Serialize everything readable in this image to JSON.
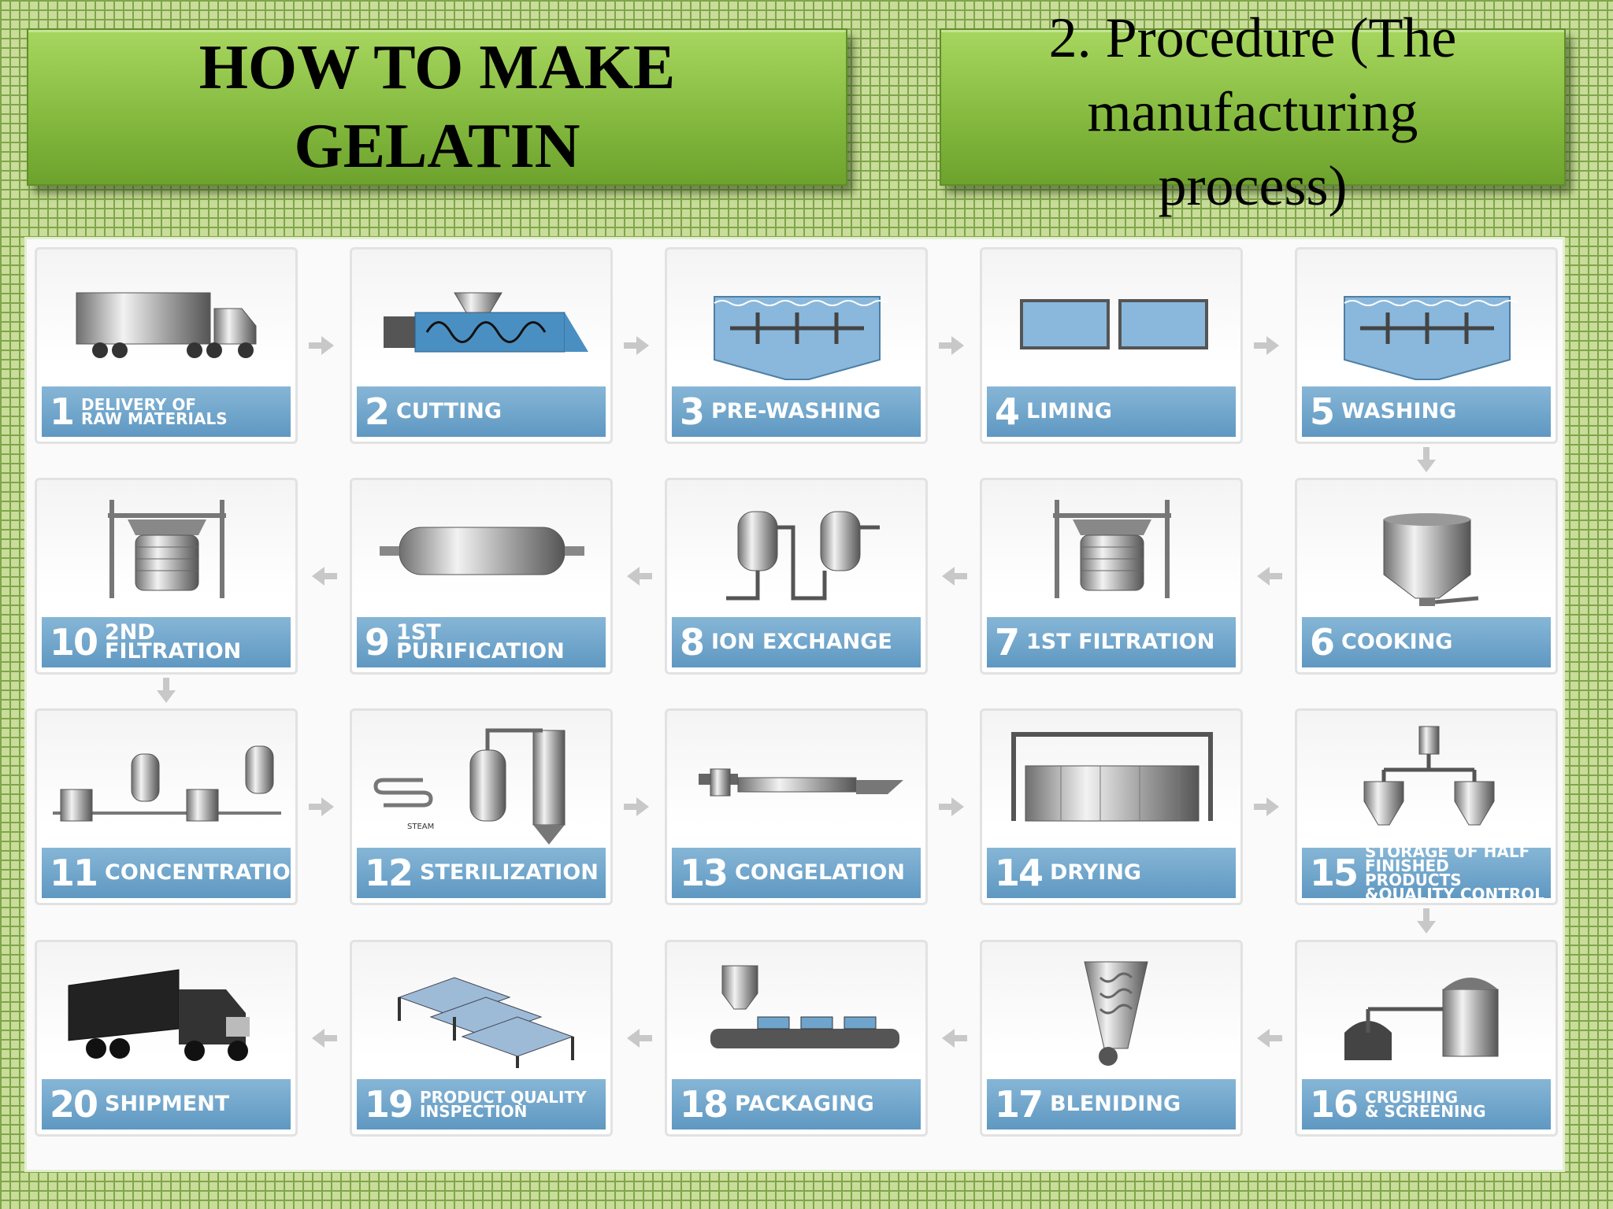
{
  "banner_left": {
    "title": "HOW TO MAKE\nGELATIN"
  },
  "banner_right": {
    "title": "2. Procedure (The\nmanufacturing\nprocess)"
  },
  "colors": {
    "label_blue": "#6fa5cc",
    "banner_green": "#8fc44b",
    "grid_green": "#7fa64a"
  },
  "steps": [
    {
      "num": "1",
      "label": "DELIVERY OF\nRAW MATERIALS",
      "icon": "truck-icon"
    },
    {
      "num": "2",
      "label": "CUTTING",
      "icon": "screw-cutter-icon"
    },
    {
      "num": "3",
      "label": "PRE-WASHING",
      "icon": "washing-tank-icon"
    },
    {
      "num": "4",
      "label": "LIMING",
      "icon": "lime-tanks-icon"
    },
    {
      "num": "5",
      "label": "WASHING",
      "icon": "washing-tank-icon"
    },
    {
      "num": "6",
      "label": "COOKING",
      "icon": "cooking-vessel-icon"
    },
    {
      "num": "7",
      "label": "1ST FILTRATION",
      "icon": "filter-press-icon"
    },
    {
      "num": "8",
      "label": "ION EXCHANGE",
      "icon": "ion-columns-icon"
    },
    {
      "num": "9",
      "label": "1ST PURIFICATION",
      "icon": "purifier-tube-icon"
    },
    {
      "num": "10",
      "label": "2ND FILTRATION",
      "icon": "filter-press-icon"
    },
    {
      "num": "11",
      "label": "CONCENTRATION",
      "icon": "evaporator-icon"
    },
    {
      "num": "12",
      "label": "STERILIZATION",
      "icon": "sterilizer-icon",
      "note": "STEAM"
    },
    {
      "num": "13",
      "label": "CONGELATION",
      "icon": "extruder-icon"
    },
    {
      "num": "14",
      "label": "DRYING",
      "icon": "dryer-icon"
    },
    {
      "num": "15",
      "label": "STORAGE OF HALF\nFINISHED PRODUCTS\n&QUALITY CONTROL",
      "icon": "silos-icon"
    },
    {
      "num": "16",
      "label": "CRUSHING\n& SCREENING",
      "icon": "crusher-icon"
    },
    {
      "num": "17",
      "label": "BLENIDING",
      "icon": "blender-icon"
    },
    {
      "num": "18",
      "label": "PACKAGING",
      "icon": "packaging-line-icon"
    },
    {
      "num": "19",
      "label": "PRODUCT QUALITY\nINSPECTION",
      "icon": "pallets-icon"
    },
    {
      "num": "20",
      "label": "SHIPMENT",
      "icon": "semi-truck-icon"
    }
  ]
}
